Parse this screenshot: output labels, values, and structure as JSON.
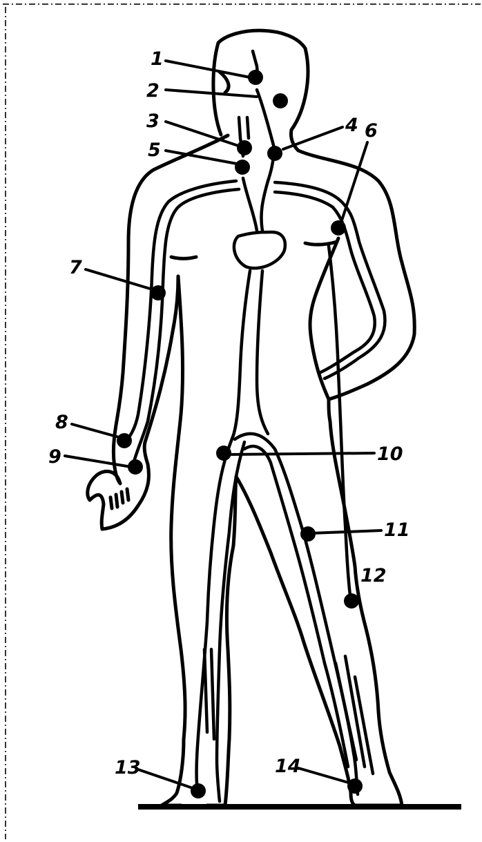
{
  "labels": [
    "1",
    "2",
    "3",
    "4",
    "5",
    "6",
    "7",
    "8",
    "9",
    "10",
    "11",
    "12",
    "13",
    "14"
  ],
  "colors": {
    "ink": "#000000",
    "background": "#ffffff"
  }
}
